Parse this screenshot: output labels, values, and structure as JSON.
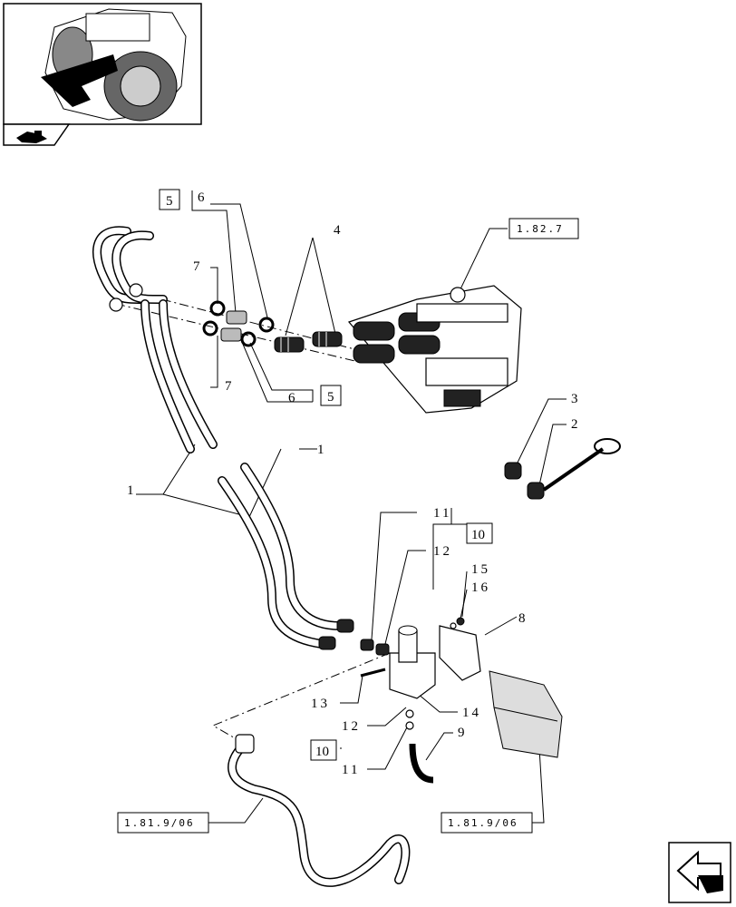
{
  "callouts": {
    "c1a": "1",
    "c1b": "1",
    "c2": "2",
    "c3": "3",
    "c4": "4",
    "c6a": "6",
    "c6b": "6",
    "c7a": "7",
    "c7b": "7",
    "c8": "8",
    "c9": "9",
    "c11a": "11",
    "c11b": "11",
    "c12a": "12",
    "c12b": "12",
    "c13": "13",
    "c14": "14",
    "c15": "15",
    "c16": "16"
  },
  "boxed": {
    "b5a": "5",
    "b5b": "5",
    "b10a": "10",
    "b10b": "10"
  },
  "refs": {
    "r1827": "1.82.7",
    "r181906a": "1.81.9/06",
    "r181906b": "1.81.9/06"
  },
  "icons": {
    "thumbnail": "tractor-location-thumbnail",
    "tab": "kit-icon",
    "nav": "next-page-arrow-icon"
  }
}
